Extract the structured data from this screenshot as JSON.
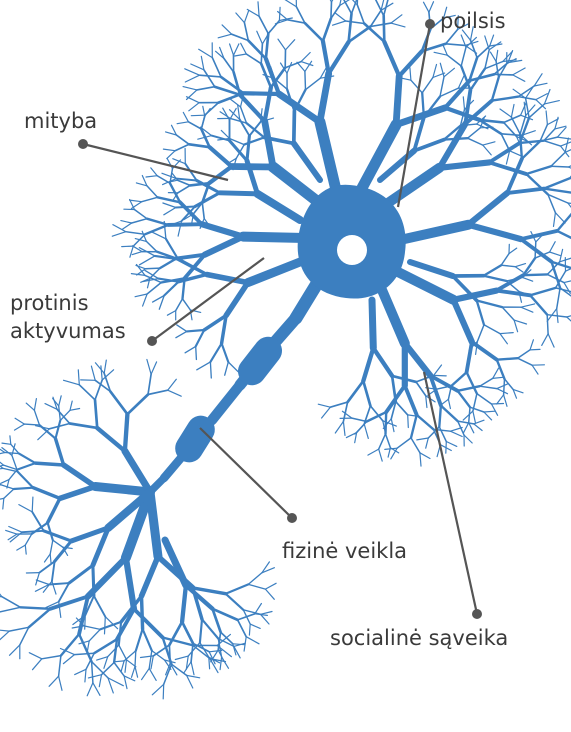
{
  "colors": {
    "neuron": "#3c7fc0",
    "leader": "#555555",
    "label": "#3a3a3a",
    "background": "#ffffff"
  },
  "labels": {
    "poilsis": "poilsis",
    "mityba": "mityba",
    "protinis_line1": "protinis",
    "protinis_line2": "aktyvumas",
    "fizine_veikla": "fizinė veikla",
    "socialine_saveika": "socialinė sąveika"
  }
}
